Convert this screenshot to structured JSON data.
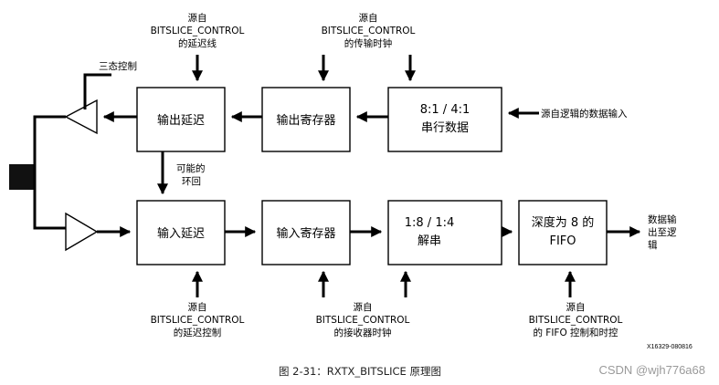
{
  "blocks": {
    "output_delay": "输出延迟",
    "output_register": "输出寄存器",
    "serializer": [
      "8:1 / 4:1",
      "串行数据"
    ],
    "input_delay": "输入延迟",
    "input_register": "输入寄存器",
    "deserializer": [
      "1:8 / 1:4",
      "解串"
    ],
    "fifo": [
      "深度为 8 的",
      "FIFO"
    ]
  },
  "labels": {
    "tristate_control": "三态控制",
    "top_delay_source": [
      "源自",
      "BITSLICE_CONTROL",
      "的延迟线"
    ],
    "top_clock_source": [
      "源自",
      "BITSLICE_CONTROL",
      "的传输时钟"
    ],
    "logic_data_input": "源自逻辑的数据输入",
    "loopback": [
      "可能的",
      "环回"
    ],
    "data_output": [
      "数据输",
      "出至逻",
      "辑"
    ],
    "bottom_delay_source": [
      "源自",
      "BITSLICE_CONTROL",
      "的延迟控制"
    ],
    "bottom_receiver_clock": [
      "源自",
      "BITSLICE_CONTROL",
      "的接收器时钟"
    ],
    "bottom_fifo_source": [
      "源自",
      "BITSLICE_CONTROL",
      "的 FIFO 控制和时控"
    ]
  },
  "figure_id": "X16329-080816",
  "caption": "图 2-31：RXTX_BITSLICE 原理图",
  "watermark": "CSDN @wjh776a68"
}
